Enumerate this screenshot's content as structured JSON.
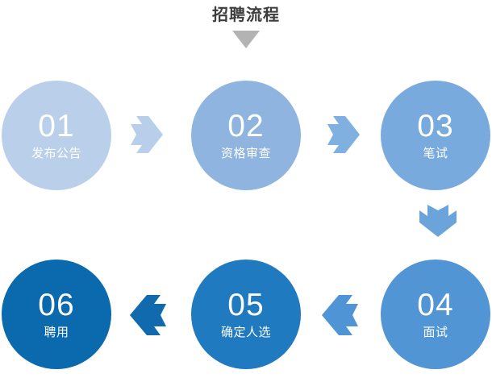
{
  "diagram": {
    "title": "招聘流程",
    "title_caret_icon": "triangle-down-icon",
    "title_caret_color": "#b3b3b3",
    "background": "#ffffff",
    "layout": "serpentine-two-rows",
    "steps": [
      {
        "number": "01",
        "label": "发布公告",
        "color": "#bad0ea",
        "row": 1,
        "column": 1
      },
      {
        "number": "02",
        "label": "资格审查",
        "color": "#8fb4e0",
        "row": 1,
        "column": 2
      },
      {
        "number": "03",
        "label": "笔试",
        "color": "#79aadd",
        "row": 1,
        "column": 3
      },
      {
        "number": "04",
        "label": "面试",
        "color": "#5195d5",
        "row": 2,
        "column": 3
      },
      {
        "number": "05",
        "label": "确定人选",
        "color": "#1f7ac0",
        "row": 2,
        "column": 2
      },
      {
        "number": "06",
        "label": "聘用",
        "color": "#0b69ad",
        "row": 2,
        "column": 1
      }
    ],
    "connectors": [
      {
        "from": "01",
        "to": "02",
        "direction": "right",
        "color": "#b9cfe9",
        "icon": "arrow-right-icon"
      },
      {
        "from": "02",
        "to": "03",
        "direction": "right",
        "color": "#7fb0e0",
        "icon": "arrow-right-icon"
      },
      {
        "from": "03",
        "to": "04",
        "direction": "down",
        "color": "#6ba4da",
        "icon": "arrow-down-icon"
      },
      {
        "from": "04",
        "to": "05",
        "direction": "left",
        "color": "#4f94d4",
        "icon": "arrow-left-icon"
      },
      {
        "from": "05",
        "to": "06",
        "direction": "left",
        "color": "#1169ae",
        "icon": "arrow-left-icon"
      }
    ]
  }
}
